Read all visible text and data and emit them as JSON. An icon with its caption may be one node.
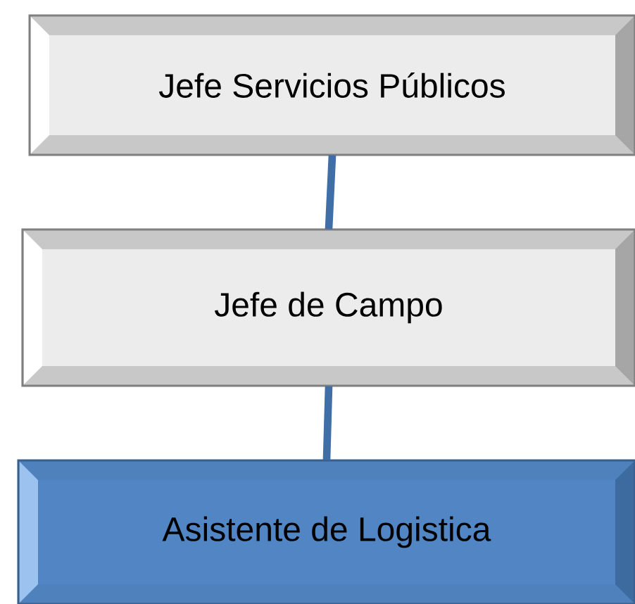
{
  "diagram": {
    "nodes": [
      {
        "text": [
          "Jefe Servicios Públicos"
        ]
      },
      {
        "text": [
          "Jefe de Campo"
        ]
      },
      {
        "text": [
          "Asistente  de Logistica"
        ]
      }
    ],
    "edges": [
      {
        "from": 0,
        "to": 1,
        "arrow": "none"
      },
      {
        "from": 1,
        "to": 2,
        "arrow": "none"
      }
    ]
  }
}
